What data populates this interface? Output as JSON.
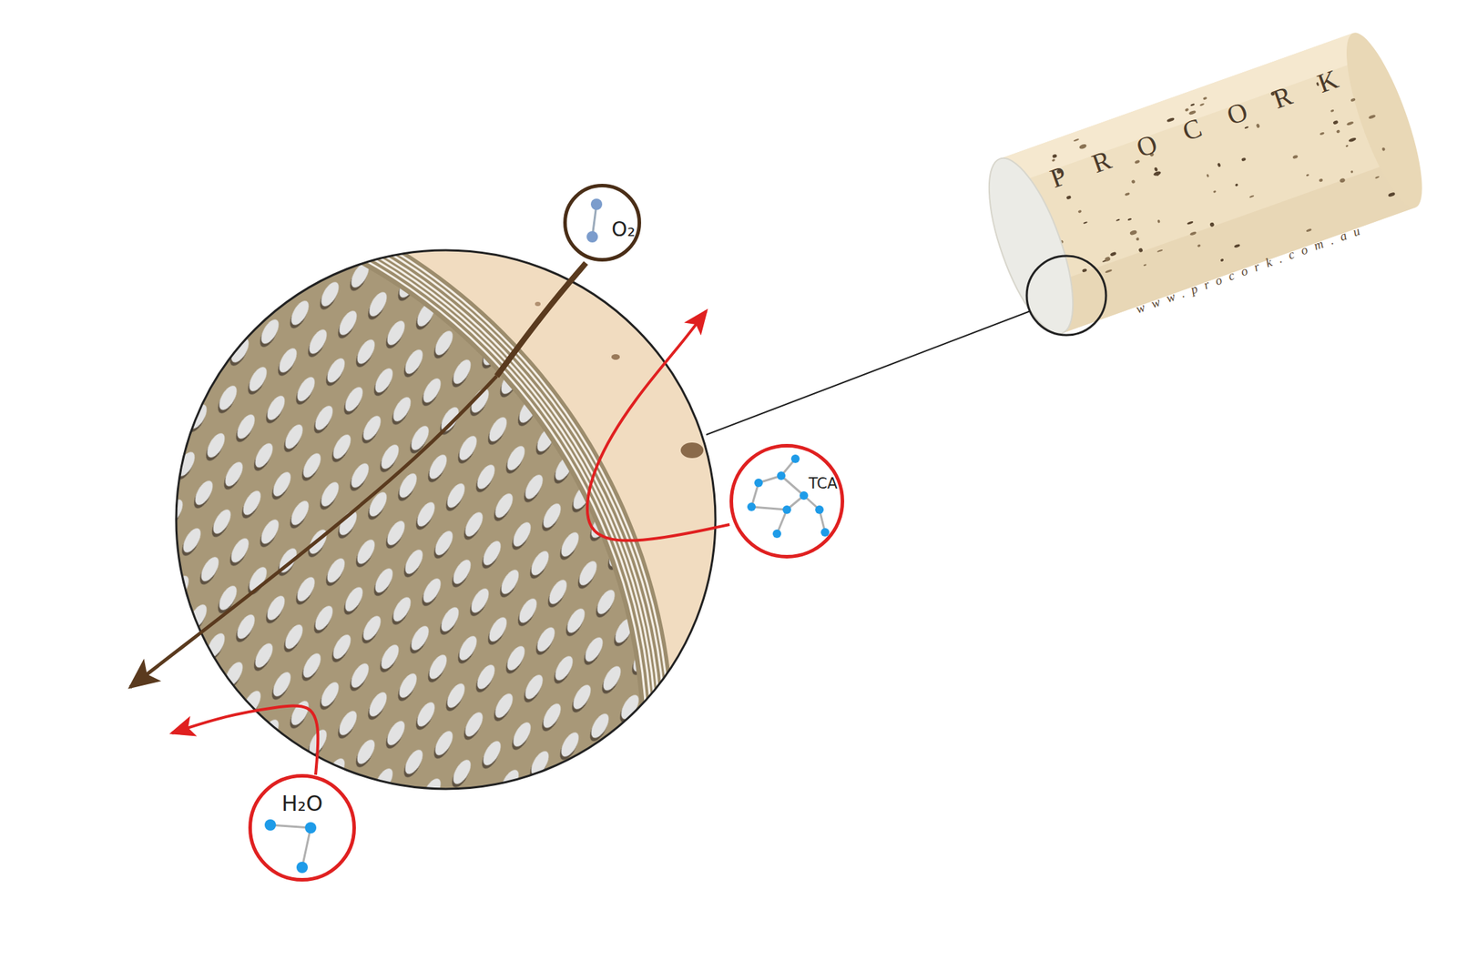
{
  "diagram": {
    "nodes": [
      {
        "text": [
          "O₂"
        ]
      },
      {
        "text": [
          "TCA"
        ]
      },
      {
        "text": [
          "H₂O"
        ]
      }
    ],
    "labels": [
      "PROCORK",
      "www.procork.com.au"
    ]
  }
}
